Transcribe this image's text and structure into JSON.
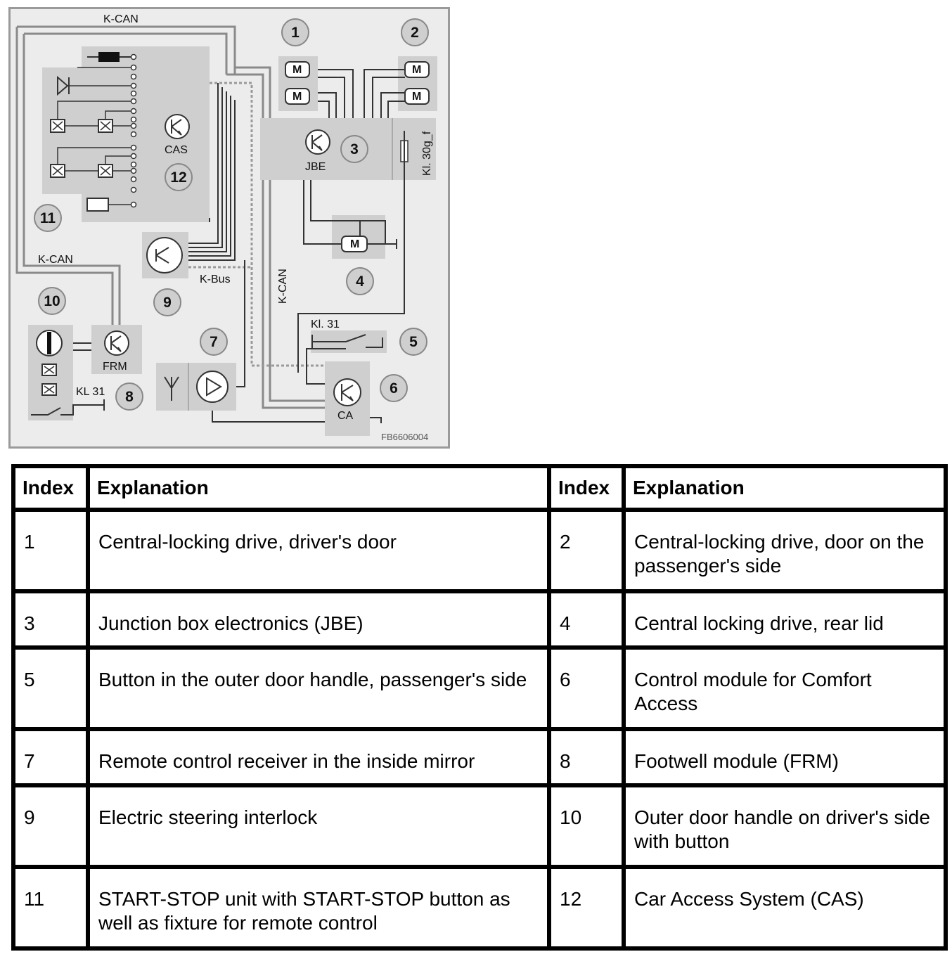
{
  "diagram": {
    "labels": {
      "kcan_top": "K-CAN",
      "kcan_left": "K-CAN",
      "kcan_vertical": "K-CAN",
      "kbus": "K-Bus",
      "kl31_a": "Kl. 31",
      "kl31_b": "KL 31",
      "kl30": "Kl. 30g_f",
      "code": "FB6606004"
    },
    "modules": {
      "cas": "CAS",
      "jbe": "JBE",
      "frm": "FRM",
      "ca": "CA",
      "motor": "M"
    },
    "callouts": [
      "1",
      "2",
      "3",
      "4",
      "5",
      "6",
      "7",
      "8",
      "9",
      "10",
      "11",
      "12"
    ]
  },
  "legend": {
    "headers": {
      "index": "Index",
      "explanation": "Explanation"
    },
    "rows": [
      {
        "left_index": "1",
        "left_text": "Central-locking drive, driver's door",
        "right_index": "2",
        "right_text": "Central-locking drive, door on the passenger's side"
      },
      {
        "left_index": "3",
        "left_text": "Junction box electronics (JBE)",
        "right_index": "4",
        "right_text": "Central locking drive, rear lid"
      },
      {
        "left_index": "5",
        "left_text": "Button in the outer door handle, passenger's side",
        "right_index": "6",
        "right_text": "Control module for Comfort Access"
      },
      {
        "left_index": "7",
        "left_text": "Remote control receiver in the inside mirror",
        "right_index": "8",
        "right_text": "Footwell module (FRM)"
      },
      {
        "left_index": "9",
        "left_text": "Electric steering interlock",
        "right_index": "10",
        "right_text": "Outer door handle on driver's side with button"
      },
      {
        "left_index": "11",
        "left_text": "START-STOP unit with START-STOP button as well as fixture for remote control",
        "right_index": "12",
        "right_text": "Car Access System (CAS)"
      }
    ]
  }
}
